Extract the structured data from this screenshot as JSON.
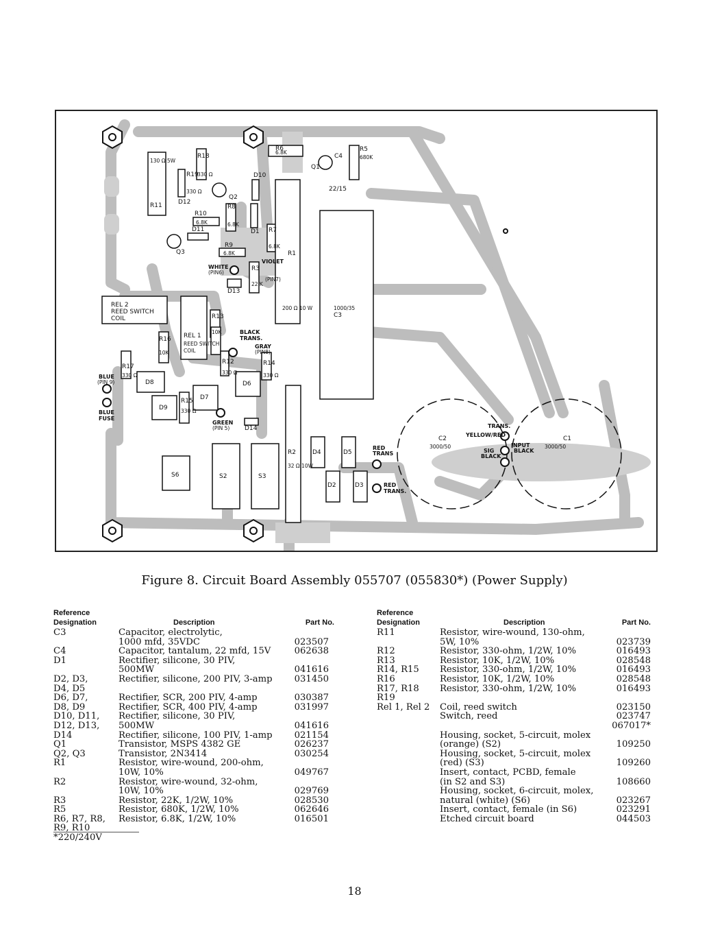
{
  "figure": {
    "caption": "Figure 8.   Circuit Board Assembly 055707 (055830*) (Power Supply)",
    "board_labels": {
      "r6": "R6",
      "r6_val": "6.8K",
      "c4": "C4",
      "q1": "Q1",
      "c4_val": "22/15",
      "r5": "R5",
      "r5_val": "680K",
      "r11": "R11",
      "r11_val": "130 Ω 5W",
      "r19": "R19",
      "r19_val": "330 Ω",
      "r18": "R18",
      "r18_val": "330 Ω",
      "d12": "D12",
      "q2": "Q2",
      "d10": "D10",
      "r10": "R10",
      "r10_val": "6.8K",
      "r8": "R8",
      "r8_val": "6.8K",
      "d1": "D1",
      "q3": "Q3",
      "d11": "D11",
      "r7": "R7",
      "r7_val": "6.8K",
      "r9": "R9",
      "r9_val": "6.8K",
      "white": "WHITE",
      "pin6": "(PIN6)",
      "r3": "R3",
      "r3_val": "22 K",
      "violet": "VIOLET",
      "pin7": "(PIN7)",
      "d13": "D13",
      "r1": "R1",
      "r1_val": "200 Ω  10 W",
      "c3": "C3",
      "c3_val": "1000/35",
      "rel2": "REL 2",
      "rel2_b": "REED SWITCH",
      "rel2_c": "COIL",
      "r13": "R13",
      "r13_val": "10K",
      "r16": "R16",
      "r16_val": "10K",
      "rel1": "REL 1",
      "rel1_b": "REED SWITCH",
      "rel1_c": "COIL",
      "black": "BLACK",
      "trans": "TRANS.",
      "gray": "GRAY",
      "pin8": "(PIN8)",
      "r17": "R17",
      "r17_val": "330 Ω",
      "r12": "R12",
      "r12_val": "330 Ω",
      "r14": "R14",
      "r14_val": "330 Ω",
      "blue": "BLUE",
      "pin9": "(PIN 9)",
      "blue_fuse_a": "BLUE",
      "blue_fuse_b": "FUSE",
      "d8": "D8",
      "r15": "R15",
      "r15_val": "330 Ω",
      "d6": "D6",
      "d9": "D9",
      "d7": "D7",
      "green": "GREEN",
      "pin5": "(PIN 5)",
      "d14": "D14",
      "s6": "S6",
      "s2": "S2",
      "s3": "S3",
      "r2": "R2",
      "r2_val": "32 Ω 10W",
      "d4": "D4",
      "d5": "D5",
      "d2": "D2",
      "d3": "D3",
      "red_trans_1a": "RED",
      "red_trans_1b": "TRANS",
      "red_trans_2a": "RED",
      "red_trans_2b": "TRANS.",
      "c2": "C2",
      "c2_val": "3000/50",
      "c1": "C1",
      "c1_val": "3000/50",
      "trans2": "TRANS.",
      "yellow_red": "YELLOW/RED",
      "input": "INPUT",
      "sig": "SIG",
      "black2": "BLACK",
      "black3": "BLACK"
    }
  },
  "left_table": {
    "headers": {
      "ref_a": "Reference",
      "ref_b": "Designation",
      "desc": "Description",
      "part": "Part No."
    },
    "rows": [
      {
        "ref": "C3",
        "desc": "Capacitor, electrolytic,",
        "part": ""
      },
      {
        "ref": "",
        "desc": "1000 mfd, 35VDC",
        "part": "023507"
      },
      {
        "ref": "C4",
        "desc": "Capacitor, tantalum, 22 mfd, 15V",
        "part": "062638"
      },
      {
        "ref": "D1",
        "desc": "Rectifier, silicone, 30 PIV,",
        "part": ""
      },
      {
        "ref": "",
        "desc": "500MW",
        "part": "041616"
      },
      {
        "ref": "D2, D3,",
        "desc": "Rectifier, silicone, 200 PIV, 3-amp",
        "part": "031450"
      },
      {
        "ref": "D4, D5",
        "desc": "",
        "part": ""
      },
      {
        "ref": "D6, D7,",
        "desc": "Rectifier, SCR, 200 PIV, 4-amp",
        "part": "030387"
      },
      {
        "ref": "D8, D9",
        "desc": "Rectifier, SCR, 400 PIV, 4-amp",
        "part": "031997"
      },
      {
        "ref": "D10, D11,",
        "desc": "Rectifier, silicone, 30 PIV,",
        "part": ""
      },
      {
        "ref": "D12, D13,",
        "desc": "500MW",
        "part": "041616"
      },
      {
        "ref": "D14",
        "desc": "Rectifier, silicone, 100 PIV, 1-amp",
        "part": "021154"
      },
      {
        "ref": "Q1",
        "desc": "Transistor, MSPS 4382 GE",
        "part": "026237"
      },
      {
        "ref": "Q2, Q3",
        "desc": "Transistor, 2N3414",
        "part": "030254"
      },
      {
        "ref": "R1",
        "desc": "Resistor, wire-wound, 200-ohm,",
        "part": ""
      },
      {
        "ref": "",
        "desc": "10W, 10%",
        "part": "049767"
      },
      {
        "ref": "R2",
        "desc": "Resistor, wire-wound, 32-ohm,",
        "part": ""
      },
      {
        "ref": "",
        "desc": "10W, 10%",
        "part": "029769"
      },
      {
        "ref": "R3",
        "desc": "Resistor, 22K, 1/2W, 10%",
        "part": "028530"
      },
      {
        "ref": "R5",
        "desc": "Resistor, 680K, 1/2W, 10%",
        "part": "062646"
      },
      {
        "ref": "R6, R7, R8,",
        "desc": "Resistor, 6.8K, 1/2W, 10%",
        "part": "016501"
      },
      {
        "ref": "R9, R10",
        "desc": "",
        "part": ""
      },
      {
        "ref": "*220/240V",
        "desc": "",
        "part": ""
      }
    ]
  },
  "right_table": {
    "headers": {
      "ref_a": "Reference",
      "ref_b": "Designation",
      "desc": "Description",
      "part": "Part No."
    },
    "rows": [
      {
        "ref": "R11",
        "desc": "Resistor, wire-wound, 130-ohm,",
        "part": ""
      },
      {
        "ref": "",
        "desc": "5W, 10%",
        "part": "023739"
      },
      {
        "ref": "R12",
        "desc": "Resistor, 330-ohm, 1/2W, 10%",
        "part": "016493"
      },
      {
        "ref": "R13",
        "desc": "Resistor, 10K, 1/2W, 10%",
        "part": "028548"
      },
      {
        "ref": "R14, R15",
        "desc": "Resistor, 330-ohm, 1/2W, 10%",
        "part": "016493"
      },
      {
        "ref": "R16",
        "desc": "Resistor, 10K, 1/2W, 10%",
        "part": "028548"
      },
      {
        "ref": "R17, R18",
        "desc": "Resistor, 330-ohm, 1/2W, 10%",
        "part": "016493"
      },
      {
        "ref": "R19",
        "desc": "",
        "part": ""
      },
      {
        "ref": "Rel 1, Rel 2",
        "desc": "Coil, reed switch",
        "part": "023150"
      },
      {
        "ref": "",
        "desc": "Switch, reed",
        "part": "023747"
      },
      {
        "ref": "",
        "desc": "",
        "part": "067017*"
      },
      {
        "ref": "",
        "desc": "Housing, socket, 5-circuit, molex",
        "part": ""
      },
      {
        "ref": "",
        "desc": "(orange) (S2)",
        "part": "109250"
      },
      {
        "ref": "",
        "desc": "Housing, socket, 5-circuit, molex",
        "part": ""
      },
      {
        "ref": "",
        "desc": "(red) (S3)",
        "part": "109260"
      },
      {
        "ref": "",
        "desc": "Insert, contact, PCBD, female",
        "part": ""
      },
      {
        "ref": "",
        "desc": "(in S2 and S3)",
        "part": "108660"
      },
      {
        "ref": "",
        "desc": "Housing, socket, 6-circuit, molex,",
        "part": ""
      },
      {
        "ref": "",
        "desc": "natural (white) (S6)",
        "part": "023267"
      },
      {
        "ref": "",
        "desc": "Insert, contact, female (in S6)",
        "part": "023291"
      },
      {
        "ref": "",
        "desc": "Etched circuit board",
        "part": "044503"
      }
    ]
  },
  "page_number": "18"
}
